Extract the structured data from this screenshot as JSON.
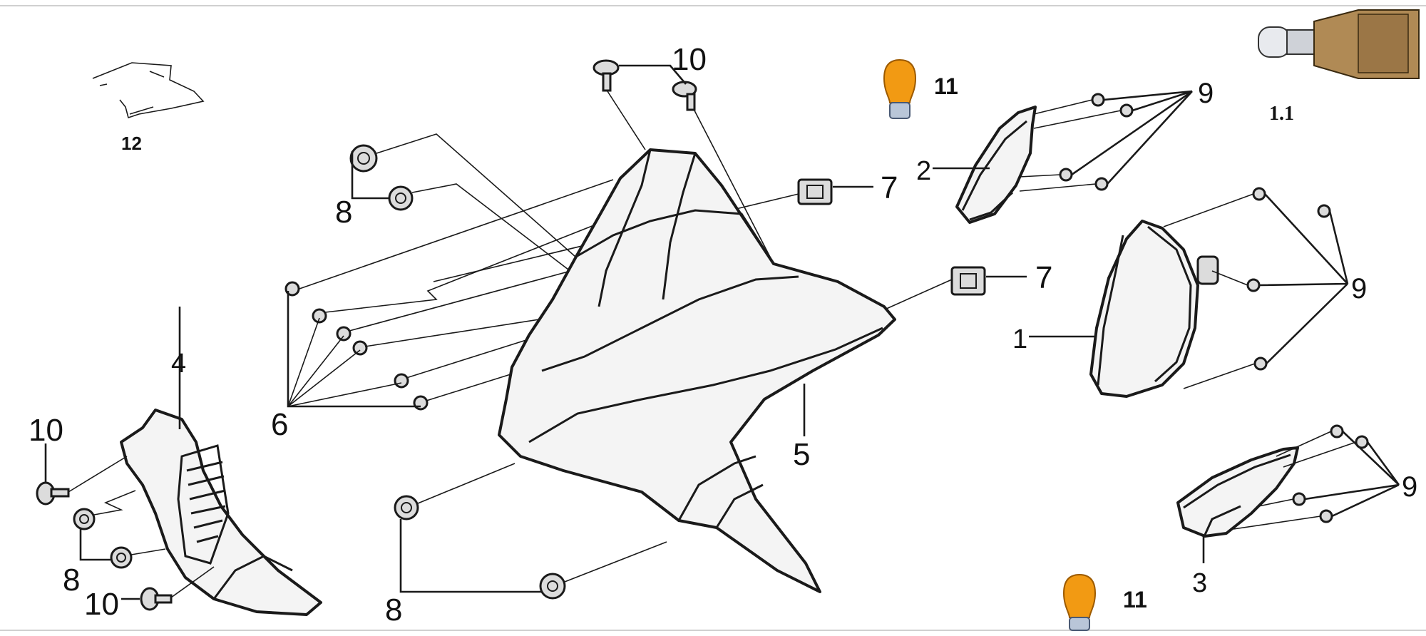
{
  "labels": {
    "headlight": "1",
    "headlight_bulb": "1.1",
    "left_turn_signal": "2",
    "right_turn_signal": "3",
    "front_cover_inner": "4",
    "front_cover": "5",
    "clips": "6",
    "clip_nut_upper": "7",
    "clip_nut_lower": "7",
    "washer_screw_upper": "8",
    "washer_screw_left": "8",
    "washer_screw_bottom": "8",
    "screw_top": "10",
    "screw_left_upper": "10",
    "screw_left_lower": "10",
    "bulb_upper": "11",
    "bulb_lower": "11",
    "bracket": "12",
    "screws_turn_signal_upper": "9",
    "screws_headlight": "9",
    "screws_turn_signal_lower": "9"
  },
  "colors": {
    "line": "#1a1a1a",
    "bulb_amber": "#f29a13",
    "bulb_base": "#b9c6d8",
    "background": "#ffffff"
  }
}
